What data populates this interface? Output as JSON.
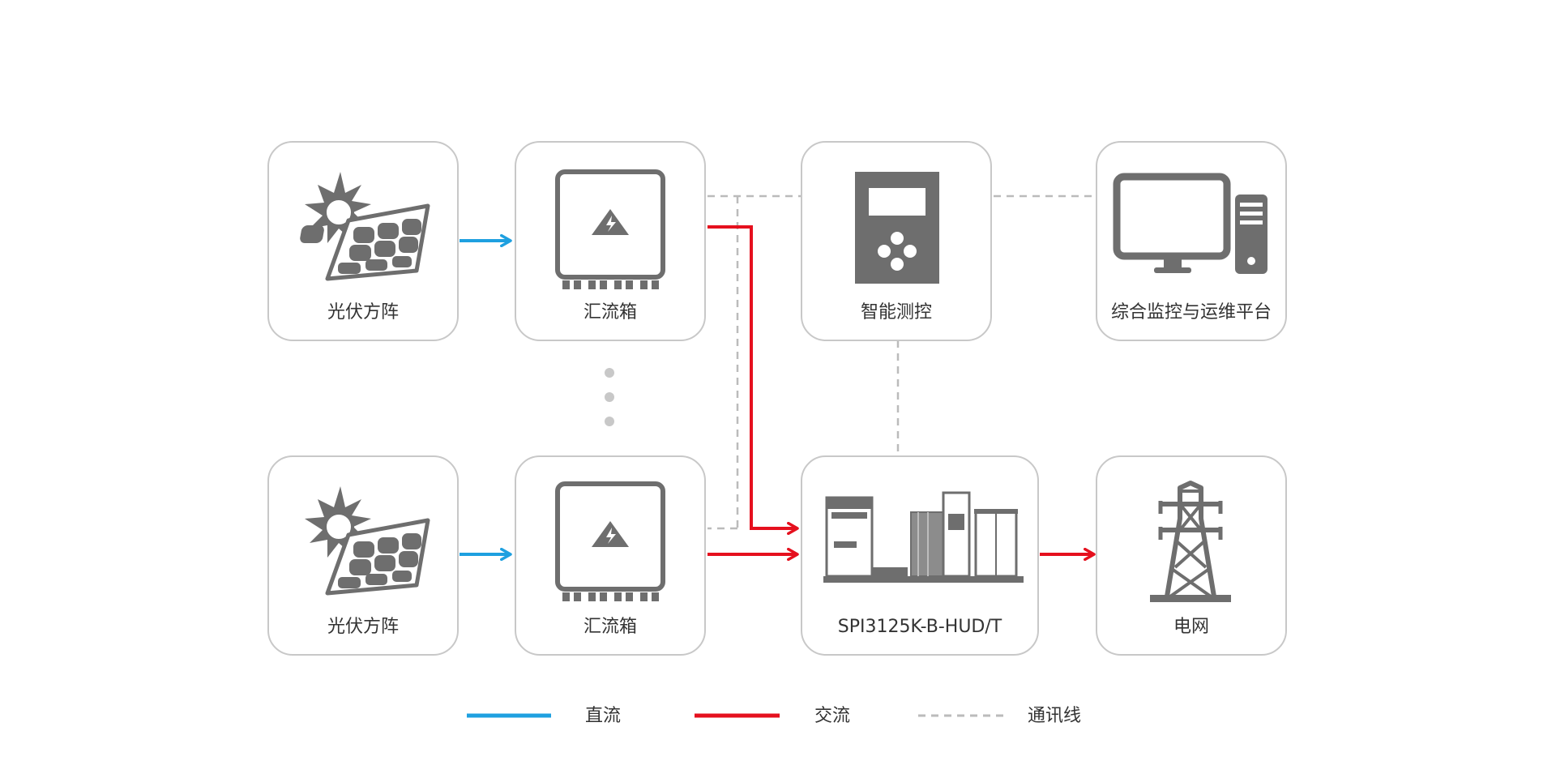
{
  "diagram": {
    "nodes": {
      "pv_top": {
        "label": "光伏方阵",
        "icon": "solar-panel-icon"
      },
      "combiner_top": {
        "label": "汇流箱",
        "icon": "combiner-box-icon"
      },
      "monitor": {
        "label": "智能测控",
        "icon": "controller-icon"
      },
      "platform": {
        "label": "综合监控与运维平台",
        "icon": "computer-icon"
      },
      "pv_bottom": {
        "label": "光伏方阵",
        "icon": "solar-panel-icon"
      },
      "combiner_bottom": {
        "label": "汇流箱",
        "icon": "combiner-box-icon"
      },
      "inverter": {
        "label": "SPI3125K-B-HUD/T",
        "icon": "inverter-station-icon"
      },
      "grid": {
        "label": "电网",
        "icon": "transmission-tower-icon"
      }
    },
    "legend": {
      "dc": {
        "label": "直流",
        "color": "#1ea0e0"
      },
      "ac": {
        "label": "交流",
        "color": "#e5101e"
      },
      "comm": {
        "label": "通讯线",
        "color": "#bbbbbb"
      }
    },
    "colors": {
      "node_border": "#c8c8c8",
      "icon_gray": "#6e6e6e"
    }
  }
}
